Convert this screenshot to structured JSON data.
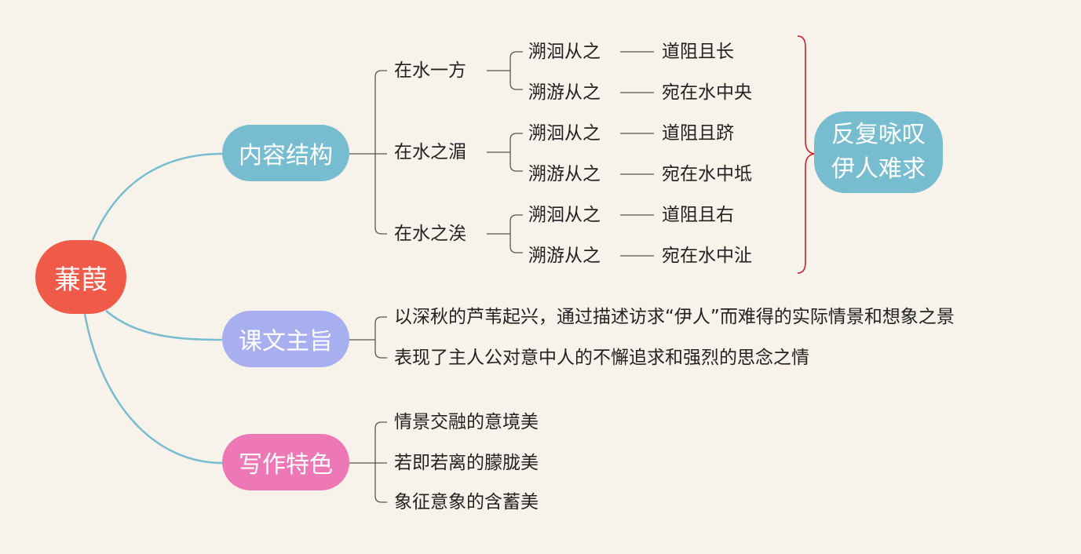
{
  "root": {
    "label": "蒹葭"
  },
  "structure": {
    "label": "内容结构",
    "groups": [
      {
        "label": "在水一方",
        "pairs": [
          {
            "left": "溯洄从之",
            "right": "道阻且长"
          },
          {
            "left": "溯游从之",
            "right": "宛在水中央"
          }
        ]
      },
      {
        "label": "在水之湄",
        "pairs": [
          {
            "left": "溯洄从之",
            "right": "道阻且跻"
          },
          {
            "left": "溯游从之",
            "right": "宛在水中坻"
          }
        ]
      },
      {
        "label": "在水之涘",
        "pairs": [
          {
            "left": "溯洄从之",
            "right": "道阻且右"
          },
          {
            "left": "溯游从之",
            "right": "宛在水中沚"
          }
        ]
      }
    ],
    "summary": {
      "line1": "反复咏叹",
      "line2": "伊人难求"
    }
  },
  "theme": {
    "label": "课文主旨",
    "items": [
      "以深秋的芦苇起兴，通过描述访求“伊人”而难得的实际情景和想象之景",
      "表现了主人公对意中人的不懈追求和强烈的思念之情"
    ]
  },
  "features": {
    "label": "写作特色",
    "items": [
      "情景交融的意境美",
      "若即若离的朦胧美",
      "象征意象的含蓄美"
    ]
  },
  "colors": {
    "root": "#f05a48",
    "structure": "#78bccf",
    "theme": "#a7aff0",
    "features": "#ee78b6",
    "brace": "#c8202c",
    "connector": "#78bccf",
    "leaf_line": "#555555"
  }
}
